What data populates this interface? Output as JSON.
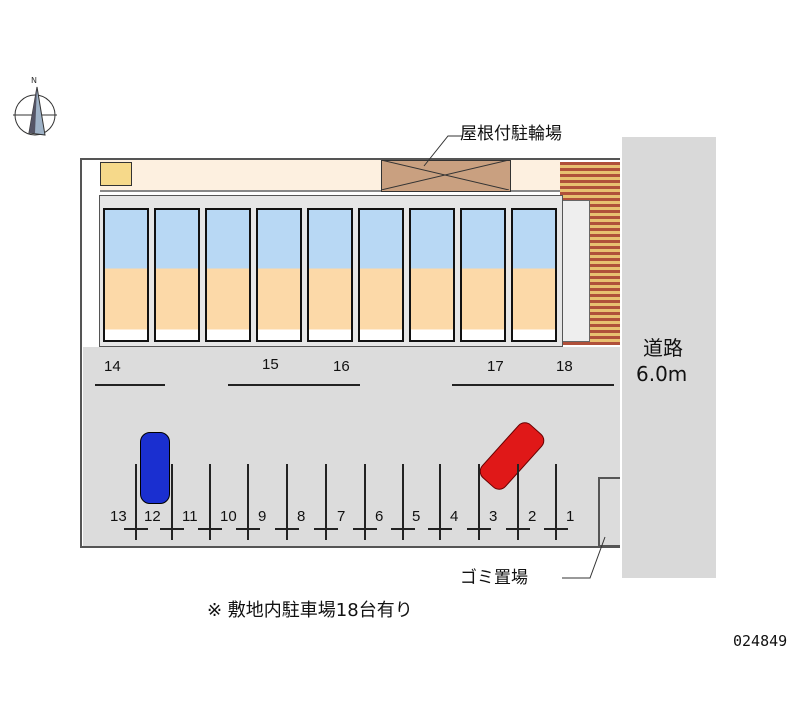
{
  "labels": {
    "bike_parking": "屋根付駐輪場",
    "road_name": "道路",
    "road_width": "6.0m",
    "garbage": "ゴミ置場",
    "note": "※ 敷地内駐車場18台有り",
    "property_id": "024849",
    "compass_north": "N"
  },
  "parking": {
    "upper": [
      "14",
      "15",
      "16",
      "17",
      "18"
    ],
    "lower": [
      "13",
      "12",
      "11",
      "10",
      "9",
      "8",
      "7",
      "6",
      "5",
      "4",
      "3",
      "2",
      "1"
    ]
  },
  "units": 9,
  "colors": {
    "road": "#d9d9d9",
    "lot": "#dcdcdc",
    "room_blue": "#b8d8f4",
    "room_orange": "#fcd9a8",
    "brick": "#b0503a",
    "bike": "#c9a080",
    "blue_car": "#1a2fd0",
    "red_car": "#e01818"
  }
}
